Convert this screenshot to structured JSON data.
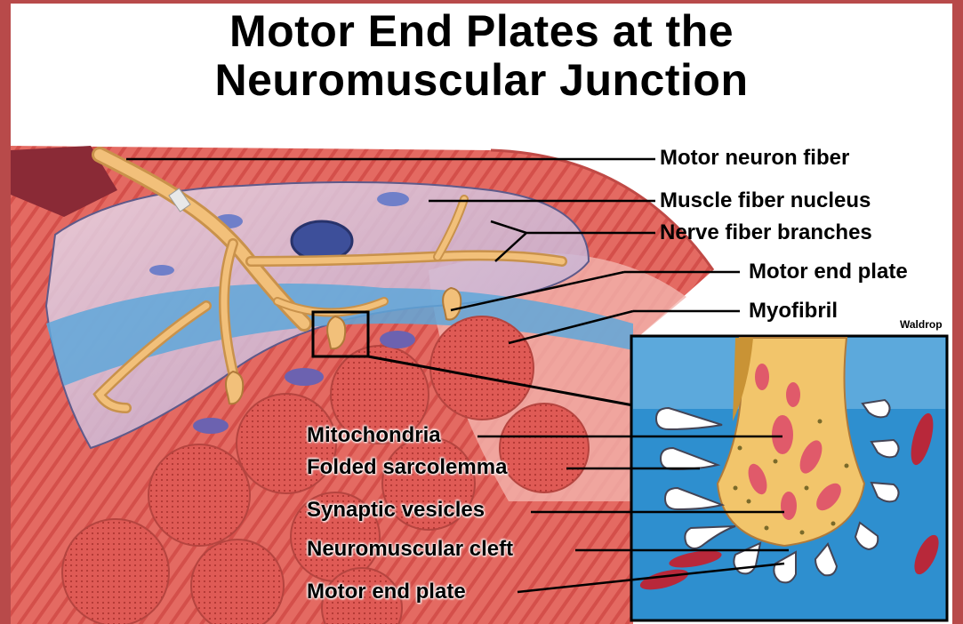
{
  "title": {
    "line1": "Motor End Plates at the",
    "line2": "Neuromuscular Junction"
  },
  "labels": {
    "motor_neuron_fiber": "Motor neuron fiber",
    "muscle_fiber_nucleus": "Muscle fiber nucleus",
    "nerve_fiber_branches": "Nerve fiber branches",
    "motor_end_plate_top": "Motor end plate",
    "myofibril": "Myofibril",
    "mitochondria": "Mitochondria",
    "folded_sarcolemma": "Folded sarcolemma",
    "synaptic_vesicles": "Synaptic vesicles",
    "neuromuscular_cleft": "Neuromuscular cleft",
    "motor_end_plate_bottom": "Motor end plate"
  },
  "credit": "Waldrop",
  "colors": {
    "border": "#b84a4a",
    "muscle": "#d9534f",
    "myofibril": "#e0605a",
    "nerve": "#f2c07a",
    "blue": "#3a8fd0",
    "nucleus": "#3d4f9a"
  }
}
